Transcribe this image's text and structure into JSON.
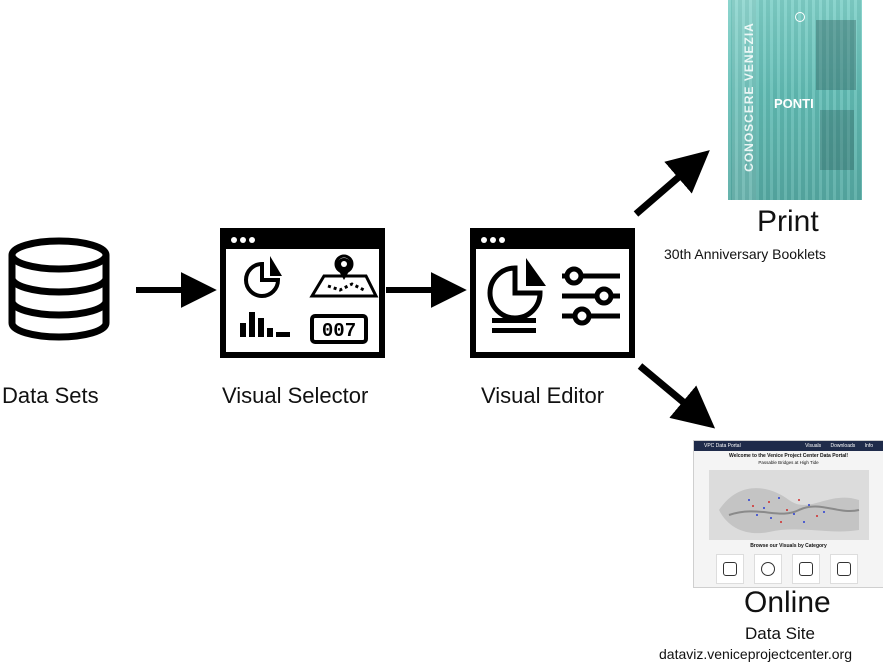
{
  "nodes": {
    "data_sets": {
      "label": "Data Sets",
      "icon": "database-icon"
    },
    "visual_selector": {
      "label": "Visual Selector",
      "icon": "visual-selector-window-icon",
      "value_display": "007"
    },
    "visual_editor": {
      "label": "Visual Editor",
      "icon": "visual-editor-window-icon"
    }
  },
  "outputs": {
    "print": {
      "title": "Print",
      "subtitle": "30th Anniversary Booklets",
      "booklet": {
        "series": "CONOSCERE VENEZIA",
        "title": "PONTI",
        "cover_color": "#62bdb5"
      }
    },
    "online": {
      "title": "Online",
      "subtitle": "Data Site",
      "url": "dataviz.veniceprojectcenter.org",
      "site": {
        "brand": "VPC Data Portal",
        "nav_links": [
          "Visuals",
          "Downloads",
          "Info"
        ],
        "welcome": "Welcome to the Venice Project Center Data Portal!",
        "map_title": "Passable Bridges at High Tide",
        "browse": "Browse our Visuals by Category",
        "nav_color": "#1f2b4a"
      }
    }
  }
}
